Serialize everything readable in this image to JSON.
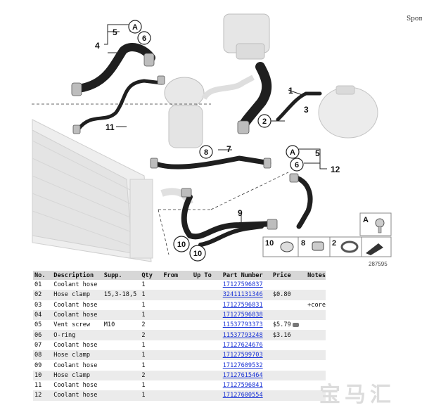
{
  "sponsor": "Spons",
  "diagram": {
    "labels": [
      "1",
      "2",
      "3",
      "4",
      "5",
      "6",
      "7",
      "8",
      "9",
      "10",
      "11",
      "12",
      "A"
    ],
    "figure_number": "287595",
    "legend_items": [
      "10",
      "8",
      "2",
      "A"
    ]
  },
  "table": {
    "headers": [
      "No.",
      "Description",
      "Supp.",
      "Qty",
      "From",
      "Up To",
      "Part Number",
      "Price",
      "Notes"
    ],
    "rows": [
      {
        "no": "01",
        "description": "Coolant hose",
        "supp": "",
        "qty": "1",
        "from": "",
        "upto": "",
        "part": "17127596837",
        "price": "",
        "notes": ""
      },
      {
        "no": "02",
        "description": "Hose clamp",
        "supp": "15,3-18,5",
        "qty": "1",
        "from": "",
        "upto": "",
        "part": "32411131346",
        "price": "$0.80",
        "notes": ""
      },
      {
        "no": "03",
        "description": "Coolant hose",
        "supp": "",
        "qty": "1",
        "from": "",
        "upto": "",
        "part": "17127596831",
        "price": "",
        "notes": "+core"
      },
      {
        "no": "04",
        "description": "Coolant hose",
        "supp": "",
        "qty": "1",
        "from": "",
        "upto": "",
        "part": "17127596838",
        "price": "",
        "notes": ""
      },
      {
        "no": "05",
        "description": "Vent screw",
        "supp": "M10",
        "qty": "2",
        "from": "",
        "upto": "",
        "part": "11537793373",
        "price": "$5.79",
        "notes": ""
      },
      {
        "no": "06",
        "description": "O-ring",
        "supp": "",
        "qty": "2",
        "from": "",
        "upto": "",
        "part": "11537793248",
        "price": "$3.16",
        "notes": ""
      },
      {
        "no": "07",
        "description": "Coolant hose",
        "supp": "",
        "qty": "1",
        "from": "",
        "upto": "",
        "part": "17127624676",
        "price": "",
        "notes": ""
      },
      {
        "no": "08",
        "description": "Hose clamp",
        "supp": "",
        "qty": "1",
        "from": "",
        "upto": "",
        "part": "17127599703",
        "price": "",
        "notes": ""
      },
      {
        "no": "09",
        "description": "Coolant hose",
        "supp": "",
        "qty": "1",
        "from": "",
        "upto": "",
        "part": "17127609532",
        "price": "",
        "notes": ""
      },
      {
        "no": "10",
        "description": "Hose clamp",
        "supp": "",
        "qty": "2",
        "from": "",
        "upto": "",
        "part": "17127615464",
        "price": "",
        "notes": ""
      },
      {
        "no": "11",
        "description": "Coolant hose",
        "supp": "",
        "qty": "1",
        "from": "",
        "upto": "",
        "part": "17127596841",
        "price": "",
        "notes": ""
      },
      {
        "no": "12",
        "description": "Coolant hose",
        "supp": "",
        "qty": "1",
        "from": "",
        "upto": "",
        "part": "17127600554",
        "price": "",
        "notes": ""
      }
    ]
  },
  "watermark": "宝马汇"
}
